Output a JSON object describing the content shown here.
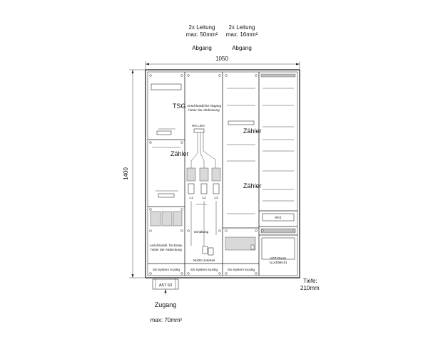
{
  "top_labels": {
    "left_line1": "2x Leitung",
    "left_line2": "max: 50mm²",
    "right_line1": "2x Leitung",
    "right_line2": "max: 16mm²",
    "abgang_left": "Abgang",
    "abgang_right": "Abgang"
  },
  "dimensions": {
    "width": "1050",
    "height": "1400",
    "depth_label": "Tiefe:",
    "depth_value": "210mm"
  },
  "fields": {
    "tsg": "TSG",
    "zaehler_left": "Zähler",
    "zaehler_right_top": "Zähler",
    "zaehler_right_bottom": "Zähler",
    "anschluss_abgang_1": "Anschlussbl.für Abgang",
    "anschluss_abgang_2": "hinter der Abdeckung",
    "ho_label": "HO LISA",
    "anschluss_einsp_1": "Anschlussbl. für Einsp.",
    "anschluss_einsp_2": "hinter der Abdeckung",
    "ss_left": "SS-System 5-polig",
    "ss_middle": "SS-System 5-polig",
    "ss_right": "SS-System 5-polig",
    "schaltung": "Schaltung",
    "nh00": "NH00 Unterteil",
    "l1": "L1",
    "l2": "L2",
    "l3": "L3",
    "rfz": "RFZ",
    "apz_1": "APZ-Raum",
    "apz_2": "(Lochblech)"
  },
  "bottom": {
    "ast": "AST 63",
    "zugang": "Zugang",
    "max": "max: 70mm²"
  }
}
